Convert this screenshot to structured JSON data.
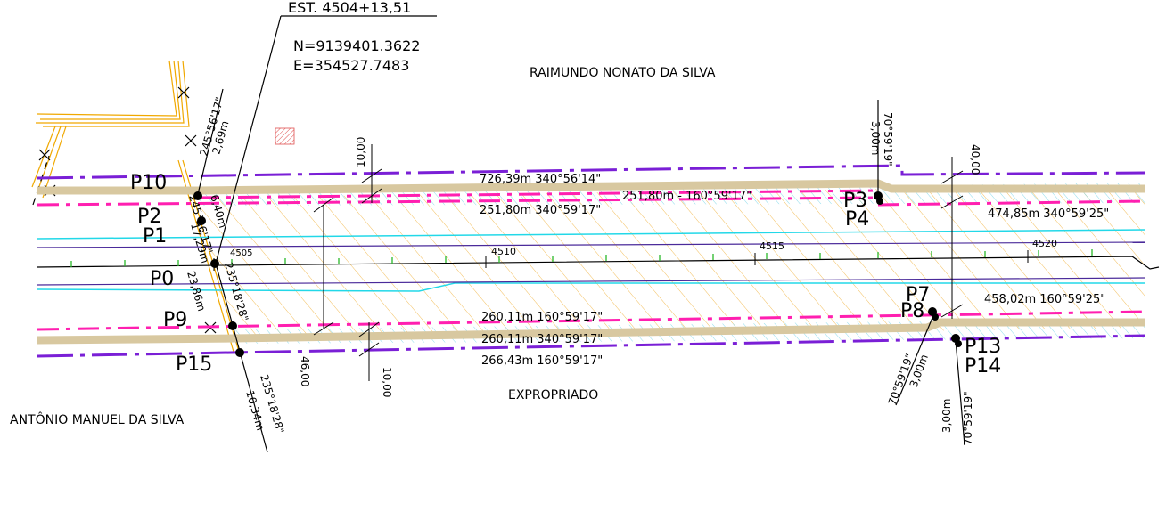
{
  "header": {
    "station": "EST. 4504+13,51",
    "north": "N=9139401.3622",
    "east": "E=354527.7483"
  },
  "owners": {
    "top": "RAIMUNDO NONATO DA SILVA",
    "bottom": "EXPROPRIADO",
    "left": "ANTÔNIO MANUEL DA SILVA"
  },
  "stations": [
    "4505",
    "4510",
    "4515",
    "4520"
  ],
  "points": {
    "p0": "P0",
    "p1": "P1",
    "p2": "P2",
    "p3": "P3",
    "p4": "P4",
    "p7": "P7",
    "p8": "P8",
    "p9": "P9",
    "p10": "P10",
    "p13": "P13",
    "p14": "P14",
    "p15": "P15"
  },
  "segments": {
    "top_outer": "726,39m  340°56'14\"",
    "top_mid_right": "251,80m - 160°59'17\"",
    "top_inner": "251,80m  340°59'17\"",
    "right_top": "474,85m  340°59'25\"",
    "right_bottom": "458,02m  160°59'25\"",
    "bot_inner": "260,11m  160°59'17\"",
    "bot_mid": "260,11m  340°59'17\"",
    "bot_outer": "266,43m  160°59'17\""
  },
  "dimensions": {
    "d10_top": "10,00",
    "d10_bottom": "10,00",
    "d40": "40,00",
    "d46": "46,00"
  },
  "bearings": {
    "tl_angle": "245°56'17\"",
    "tl_dist": "2,69m",
    "p2_angle": "245°56'17\"",
    "p2_dist": "6,40m",
    "p1_dist": "17,29m",
    "p0_angle": "235°18'28\"",
    "p0_dist": "23,86m",
    "bottom_angle": "235°18'28\"",
    "bottom_dist": "10,34m",
    "p3_angle": "70°59'19\"",
    "p3_dist": "3,00m",
    "p8_angle": "70°59'19\"",
    "p8_dist": "3,00m",
    "p13_angle": "70°59'19\"",
    "p13_dist": "3,00m"
  },
  "colors": {
    "purple": "#7a1fd6",
    "magenta": "#ff1fb0",
    "tan": "#d8c8a0",
    "cyan": "#22d8e8",
    "orange": "#f0a800",
    "dark_purple": "#4a2a9a",
    "green": "#2ab82a"
  }
}
